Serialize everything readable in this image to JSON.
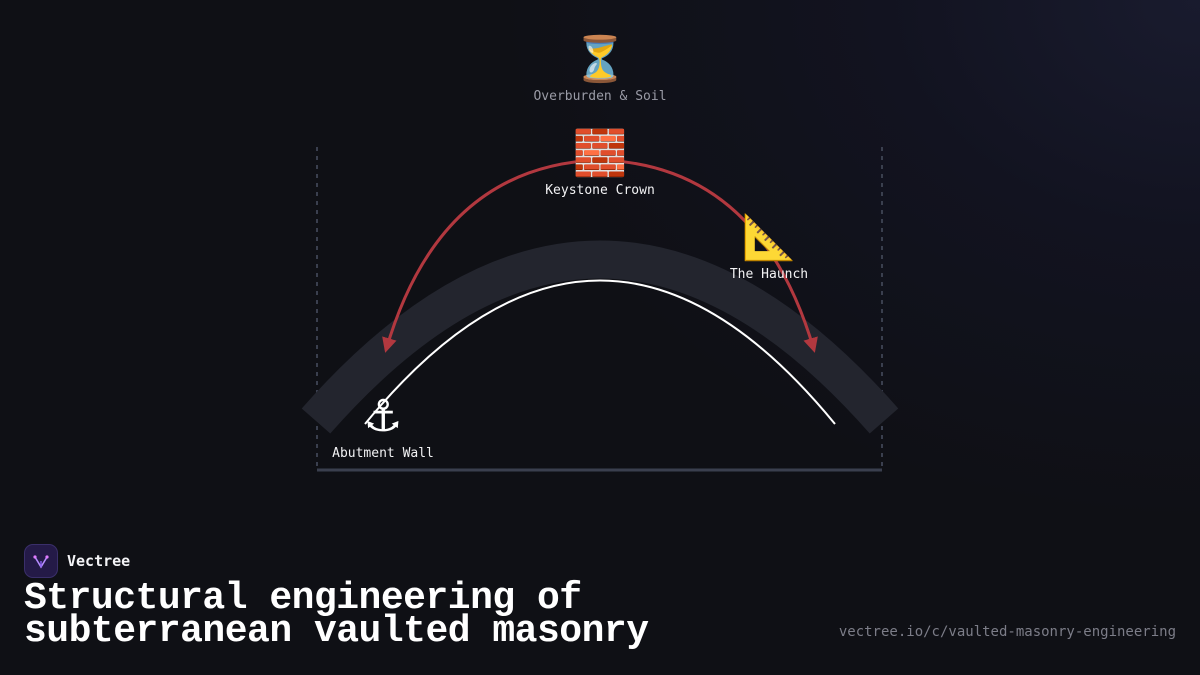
{
  "nodes": {
    "overburden": {
      "icon": "⏳",
      "icon_name": "hourglass-icon",
      "label": "Overburden & Soil"
    },
    "keystone": {
      "icon": "🧱",
      "icon_name": "brick-icon",
      "label": "Keystone Crown"
    },
    "haunch": {
      "icon": "📐",
      "icon_name": "triangular-ruler-icon",
      "label": "The Haunch"
    },
    "abutment": {
      "icon": "⚓",
      "icon_name": "anchor-icon",
      "label": "Abutment Wall"
    }
  },
  "brand": {
    "name": "Vectree",
    "icon_name": "vectree-logo-icon"
  },
  "title": "Structural engineering of subterranean vaulted masonry",
  "url": "vectree.io/c/vaulted-masonry-engineering",
  "colors": {
    "thrust_arrow": "#b2383f",
    "arch_band": "#23252e",
    "inner_curve": "#ffffff",
    "frame": "#3a3f4e",
    "background": "#0f1015"
  }
}
